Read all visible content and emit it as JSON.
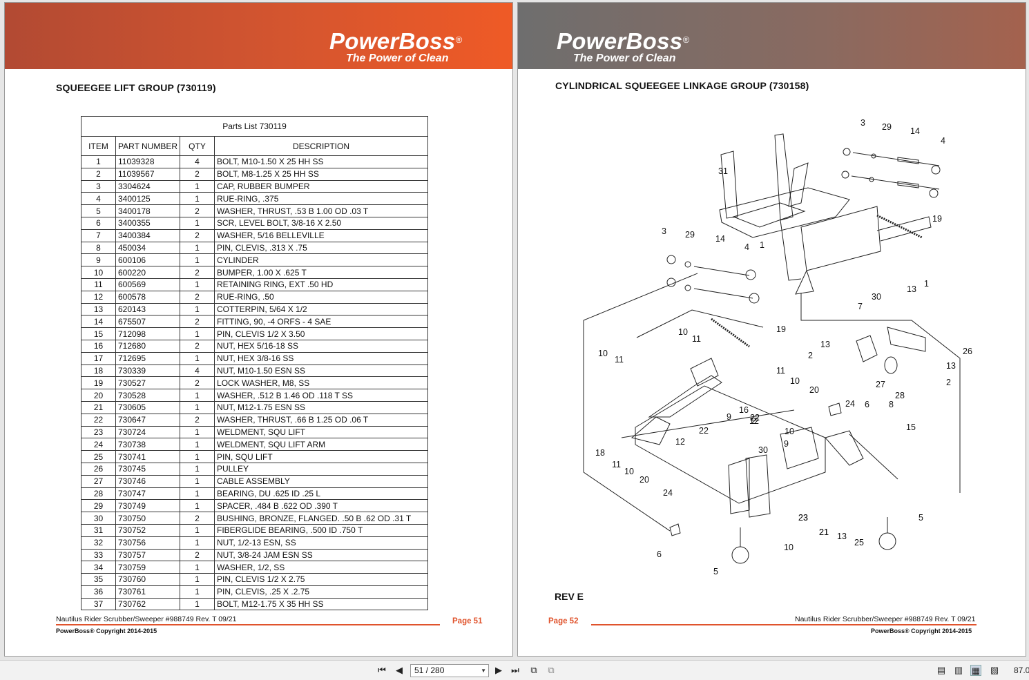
{
  "brand": {
    "name": "PowerBoss",
    "tagline": "The Power of Clean",
    "reg": "®"
  },
  "left_page": {
    "title": "SQUEEGEE LIFT GROUP (730119)",
    "table_caption": "Parts List 730119",
    "columns": [
      "ITEM",
      "PART NUMBER",
      "QTY",
      "DESCRIPTION"
    ],
    "rows": [
      [
        "1",
        "11039328",
        "4",
        "BOLT, M10-1.50 X 25 HH SS"
      ],
      [
        "2",
        "11039567",
        "2",
        "BOLT, M8-1.25 X 25 HH SS"
      ],
      [
        "3",
        "3304624",
        "1",
        "CAP, RUBBER BUMPER"
      ],
      [
        "4",
        "3400125",
        "1",
        "RUE-RING, .375"
      ],
      [
        "5",
        "3400178",
        "2",
        "WASHER, THRUST, .53 B 1.00 OD .03 T"
      ],
      [
        "6",
        "3400355",
        "1",
        "SCR, LEVEL BOLT, 3/8-16 X 2.50"
      ],
      [
        "7",
        "3400384",
        "2",
        "WASHER, 5/16 BELLEVILLE"
      ],
      [
        "8",
        "450034",
        "1",
        "PIN, CLEVIS, .313 X .75"
      ],
      [
        "9",
        "600106",
        "1",
        "CYLINDER"
      ],
      [
        "10",
        "600220",
        "2",
        "BUMPER, 1.00 X .625 T"
      ],
      [
        "11",
        "600569",
        "1",
        "RETAINING RING, EXT .50 HD"
      ],
      [
        "12",
        "600578",
        "2",
        "RUE-RING, .50"
      ],
      [
        "13",
        "620143",
        "1",
        "COTTERPIN, 5/64 X 1/2"
      ],
      [
        "14",
        "675507",
        "2",
        "FITTING, 90, -4 ORFS - 4 SAE"
      ],
      [
        "15",
        "712098",
        "1",
        "PIN, CLEVIS 1/2 X 3.50"
      ],
      [
        "16",
        "712680",
        "2",
        "NUT, HEX 5/16-18 SS"
      ],
      [
        "17",
        "712695",
        "1",
        "NUT, HEX  3/8-16 SS"
      ],
      [
        "18",
        "730339",
        "4",
        "NUT, M10-1.50 ESN SS"
      ],
      [
        "19",
        "730527",
        "2",
        "LOCK WASHER, M8, SS"
      ],
      [
        "20",
        "730528",
        "1",
        "WASHER, .512 B 1.46 OD .118 T SS"
      ],
      [
        "21",
        "730605",
        "1",
        "NUT,  M12-1.75 ESN SS"
      ],
      [
        "22",
        "730647",
        "2",
        "WASHER, THRUST, .66 B 1.25 OD .06 T"
      ],
      [
        "23",
        "730724",
        "1",
        "WELDMENT, SQU LIFT"
      ],
      [
        "24",
        "730738",
        "1",
        "WELDMENT, SQU LIFT ARM"
      ],
      [
        "25",
        "730741",
        "1",
        "PIN, SQU LIFT"
      ],
      [
        "26",
        "730745",
        "1",
        "PULLEY"
      ],
      [
        "27",
        "730746",
        "1",
        "CABLE ASSEMBLY"
      ],
      [
        "28",
        "730747",
        "1",
        " BEARING, DU .625 ID .25 L"
      ],
      [
        "29",
        "730749",
        "1",
        "SPACER, .484 B .622 OD .390 T"
      ],
      [
        "30",
        "730750",
        "2",
        "BUSHING, BRONZE, FLANGED. .50 B .62 OD .31 T"
      ],
      [
        "31",
        "730752",
        "1",
        "FIBERGLIDE BEARING, .500 ID .750 T"
      ],
      [
        "32",
        "730756",
        "1",
        "NUT, 1/2-13 ESN, SS"
      ],
      [
        "33",
        "730757",
        "2",
        "NUT, 3/8-24 JAM ESN SS"
      ],
      [
        "34",
        "730759",
        "1",
        "WASHER, 1/2, SS"
      ],
      [
        "35",
        "730760",
        "1",
        "PIN, CLEVIS 1/2 X 2.75"
      ],
      [
        "36",
        "730761",
        "1",
        "PIN, CLEVIS, .25 X .2.75"
      ],
      [
        "37",
        "730762",
        "1",
        "BOLT, M12-1.75 X 35 HH SS"
      ]
    ],
    "footer_doc": "Nautilus Rider Scrubber/Sweeper #988749 Rev. T 09/21",
    "footer_page": "Page  51",
    "footer_copy": "PowerBoss® Copyright 2014-2015"
  },
  "right_page": {
    "title": "CYLINDRICAL SQUEEGEE LINKAGE GROUP (730158)",
    "rev": "REV E",
    "footer_doc": "Nautilus Rider Scrubber/Sweeper #988749 Rev. T 09/21",
    "footer_page": "Page  52",
    "footer_copy": "PowerBoss® Copyright 2014-2015",
    "callouts": [
      "3",
      "29",
      "14",
      "4",
      "31",
      "19",
      "3",
      "29",
      "14",
      "4",
      "1",
      "30",
      "7",
      "13",
      "1",
      "26",
      "13",
      "2",
      "27",
      "28",
      "13",
      "2",
      "19",
      "10",
      "11",
      "10",
      "11",
      "11",
      "10",
      "20",
      "24",
      "6",
      "8",
      "15",
      "16",
      "9",
      "22",
      "12",
      "22",
      "9",
      "12",
      "2",
      "30",
      "10",
      "23",
      "21",
      "18",
      "11",
      "10",
      "20",
      "24",
      "23",
      "21",
      "13",
      "25",
      "5",
      "6",
      "10",
      "5"
    ]
  },
  "toolbar": {
    "page_field": "51 / 280",
    "zoom": "87.0"
  }
}
